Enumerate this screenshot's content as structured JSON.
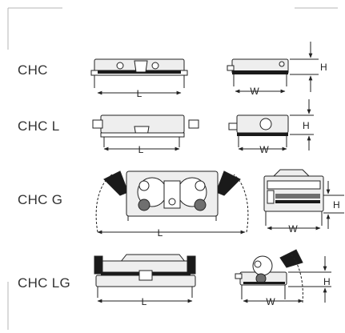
{
  "variants": [
    {
      "label": "CHC"
    },
    {
      "label": "CHC L"
    },
    {
      "label": "CHC G"
    },
    {
      "label": "CHC LG"
    }
  ],
  "dimensions": {
    "length": "L",
    "width": "W",
    "height": "H"
  },
  "colors": {
    "line": "#222222",
    "fill": "#eeeeee",
    "dark": "#1a1a1a",
    "grey": "#6f6f6f",
    "frame": "#b5b5b5"
  }
}
